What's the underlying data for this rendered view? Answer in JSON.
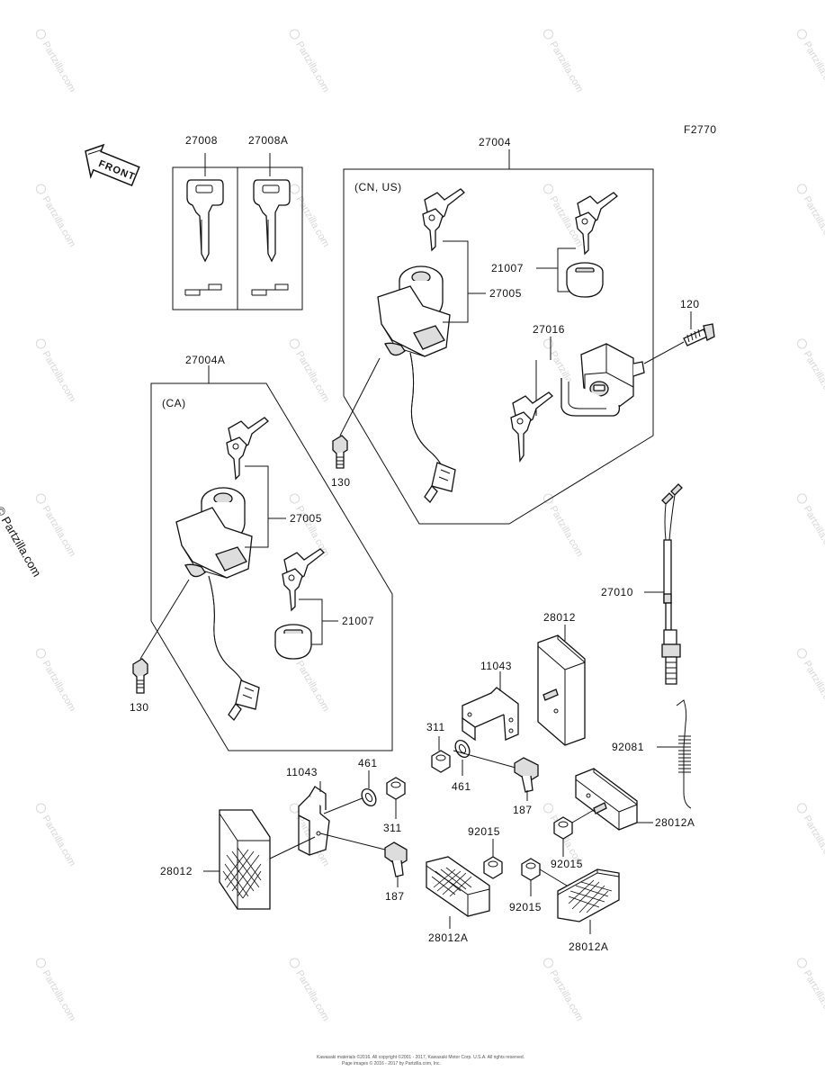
{
  "figure_code": "F2770",
  "front_label": "FRONT",
  "side_watermark": "© Partzilla.com",
  "watermark_text": "Partzilla.com",
  "watermark_symbol": "©",
  "groups": {
    "cn_us": "(CN, US)",
    "ca": "(CA)"
  },
  "labels": {
    "p27008": "27008",
    "p27008a": "27008A",
    "p27004": "27004",
    "p27004a": "27004A",
    "p27005_top": "27005",
    "p27005_bottom": "27005",
    "p21007_top": "21007",
    "p21007_bottom": "21007",
    "p27016": "27016",
    "p120": "120",
    "p130_top": "130",
    "p130_bottom": "130",
    "p27010": "27010",
    "p28012_top": "28012",
    "p28012_left": "28012",
    "p11043_top": "11043",
    "p11043_left": "11043",
    "p311_top": "311",
    "p311_bottom": "311",
    "p461_top": "461",
    "p461_bottom": "461",
    "p187_top": "187",
    "p187_bottom": "187",
    "p92081": "92081",
    "p92015_a": "92015",
    "p92015_b": "92015",
    "p92015_c": "92015",
    "p28012a_right": "28012A",
    "p28012a_mid": "28012A",
    "p28012a_bottom": "28012A"
  },
  "footer": {
    "line1": "Kawasaki materials ©2016. All copyright ©2001 - 2017, Kawasaki Motor Corp. U.S.A. All rights reserved.",
    "line2": "Page images © 2016 - 2017 by Partzilla.com, Inc."
  }
}
